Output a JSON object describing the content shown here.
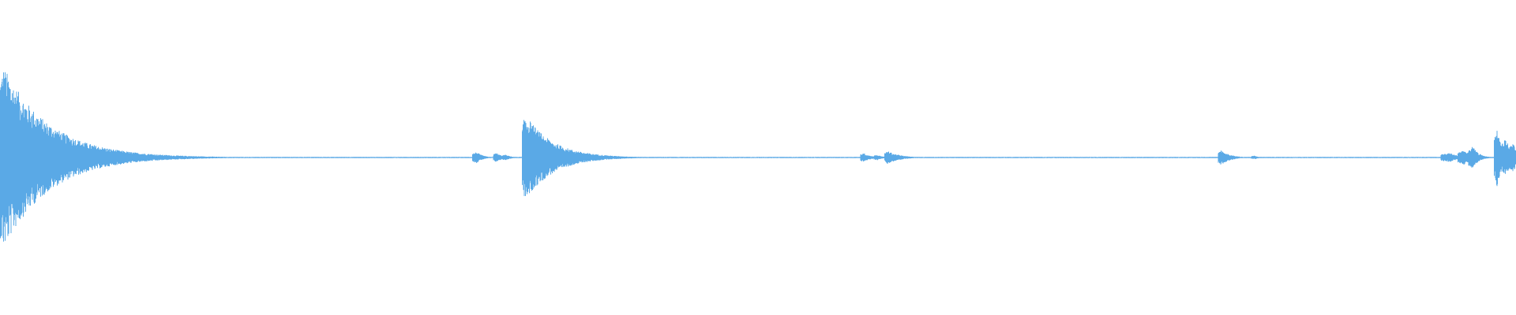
{
  "waveform": {
    "color": "#5aa9e6",
    "background": "#ffffff",
    "bursts": [
      {
        "t": 0.0025,
        "amp": 0.98,
        "width": 0.006,
        "decay": 0.03
      },
      {
        "t": 0.3145,
        "amp": 0.06,
        "width": 0.003,
        "decay": 0.004
      },
      {
        "t": 0.3275,
        "amp": 0.05,
        "width": 0.002,
        "decay": 0.004
      },
      {
        "t": 0.3335,
        "amp": 0.03,
        "width": 0.003,
        "decay": 0.004
      },
      {
        "t": 0.3465,
        "amp": 0.47,
        "width": 0.002,
        "decay": 0.018
      },
      {
        "t": 0.5695,
        "amp": 0.05,
        "width": 0.002,
        "decay": 0.005
      },
      {
        "t": 0.5785,
        "amp": 0.03,
        "width": 0.002,
        "decay": 0.004
      },
      {
        "t": 0.5855,
        "amp": 0.07,
        "width": 0.002,
        "decay": 0.008
      },
      {
        "t": 0.8055,
        "amp": 0.08,
        "width": 0.002,
        "decay": 0.006
      },
      {
        "t": 0.8275,
        "amp": 0.02,
        "width": 0.002,
        "decay": 0.003
      },
      {
        "t": 0.9565,
        "amp": 0.05,
        "width": 0.006,
        "decay": 0.006
      },
      {
        "t": 0.9655,
        "amp": 0.08,
        "width": 0.004,
        "decay": 0.006
      },
      {
        "t": 0.9715,
        "amp": 0.12,
        "width": 0.003,
        "decay": 0.004
      },
      {
        "t": 0.9875,
        "amp": 0.31,
        "width": 0.002,
        "decay": 0.004
      },
      {
        "t": 0.9935,
        "amp": 0.2,
        "width": 0.004,
        "decay": 0.004
      },
      {
        "t": 0.9985,
        "amp": 0.16,
        "width": 0.003,
        "decay": 0.003
      }
    ],
    "noise_floor": 0.007
  }
}
